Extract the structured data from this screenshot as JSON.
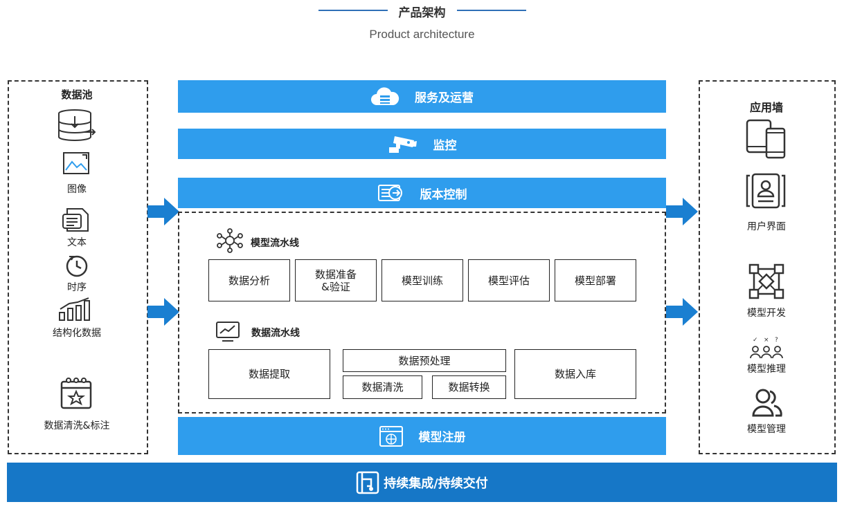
{
  "header": {
    "title": "产品架构",
    "subtitle": "Product architecture"
  },
  "left_panel": {
    "title": "数据池",
    "items": [
      "图像",
      "文本",
      "时序",
      "结构化数据",
      "数据清洗&标注"
    ]
  },
  "center": {
    "bars": {
      "service": "服务及运营",
      "monitor": "监控",
      "version": "版本控制",
      "registry": "模型注册"
    },
    "model_pipeline": {
      "title": "模型流水线",
      "steps": [
        "数据分析",
        "数据准备\n&验证",
        "模型训练",
        "模型评估",
        "模型部署"
      ]
    },
    "data_pipeline": {
      "title": "数据流水线",
      "extract": "数据提取",
      "preprocess": "数据预处理",
      "clean": "数据清洗",
      "transform": "数据转换",
      "load": "数据入库"
    }
  },
  "right_panel": {
    "title": "应用墙",
    "items": [
      "用户界面",
      "模型开发",
      "模型推理",
      "模型管理"
    ]
  },
  "bottom": {
    "label": "持续集成/持续交付"
  },
  "colors": {
    "bar": "#2f9ded",
    "bottom_bar": "#1677c7",
    "arrow": "#1a7fd1",
    "header_line": "#2f6fb7"
  }
}
